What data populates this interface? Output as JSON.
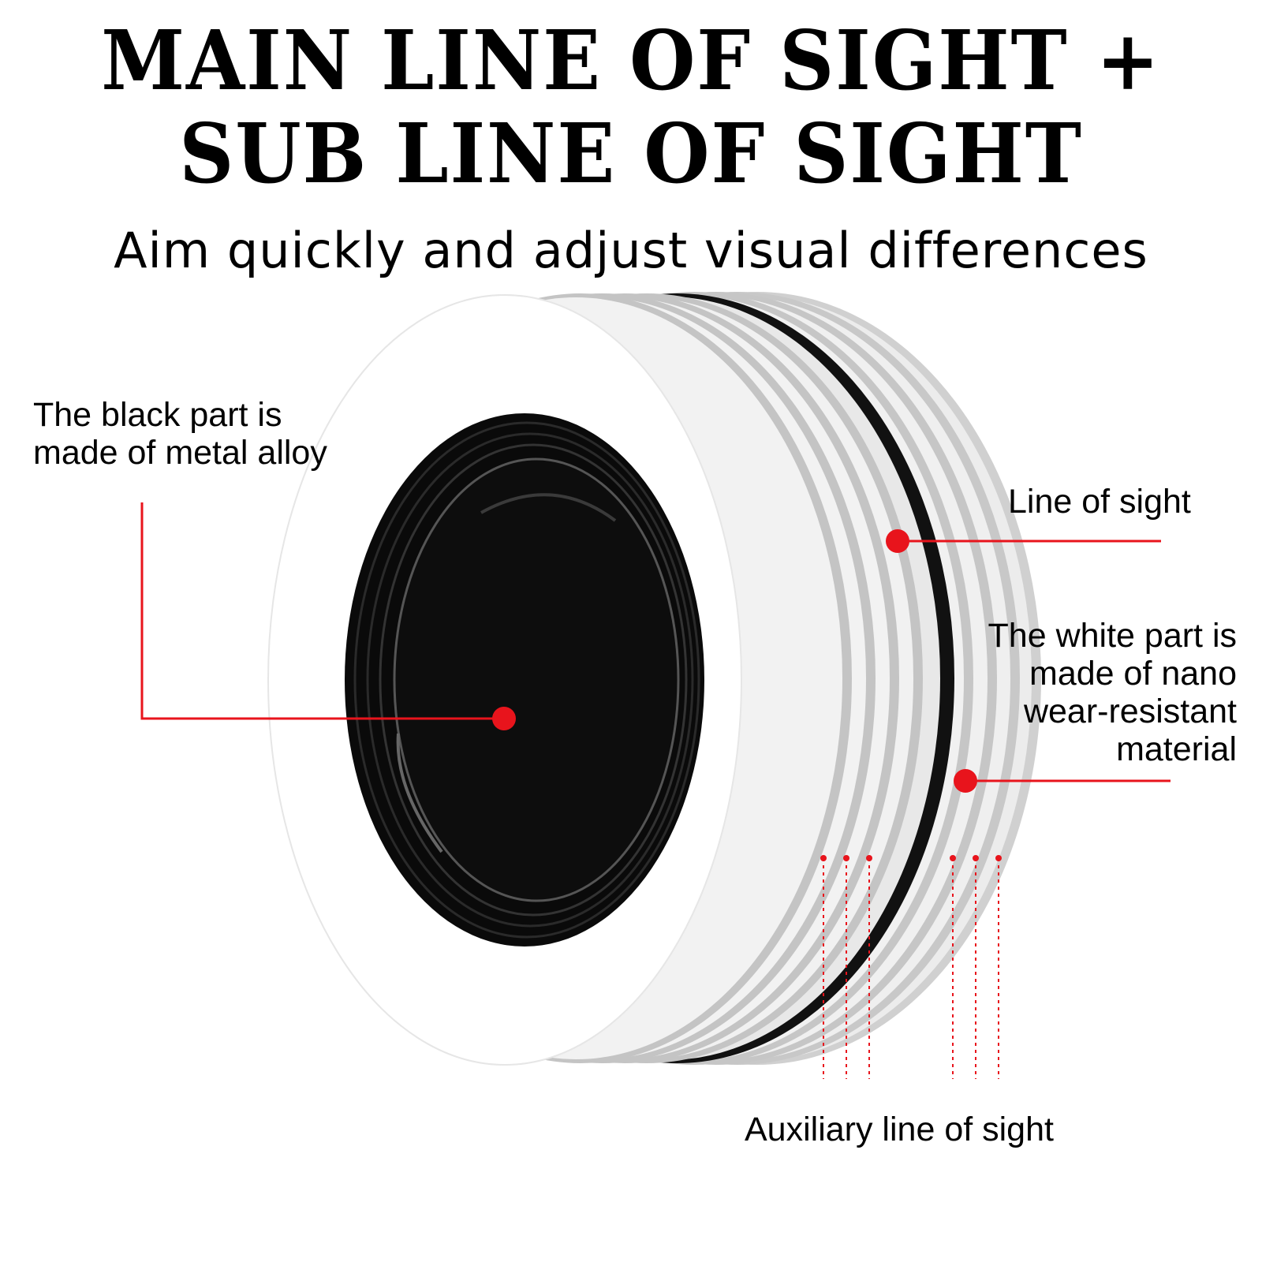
{
  "header": {
    "title_line1": "MAIN LINE OF SIGHT +",
    "title_line2": "SUB LINE OF SIGHT",
    "subtitle": "Aim quickly and adjust visual differences"
  },
  "labels": {
    "black_part_line1": "The black part is",
    "black_part_line2": "made of metal alloy",
    "line_of_sight": "Line of sight",
    "white_part_line1": "The white part is",
    "white_part_line2": "made of nano",
    "white_part_line3": "wear-resistant",
    "white_part_line4": "material",
    "auxiliary": "Auxiliary line of sight"
  },
  "colors": {
    "accent": "#e8141c",
    "body_white": "#f2f2f2",
    "groove_grey": "#c8c8c8",
    "core_black": "#0a0a0a"
  }
}
